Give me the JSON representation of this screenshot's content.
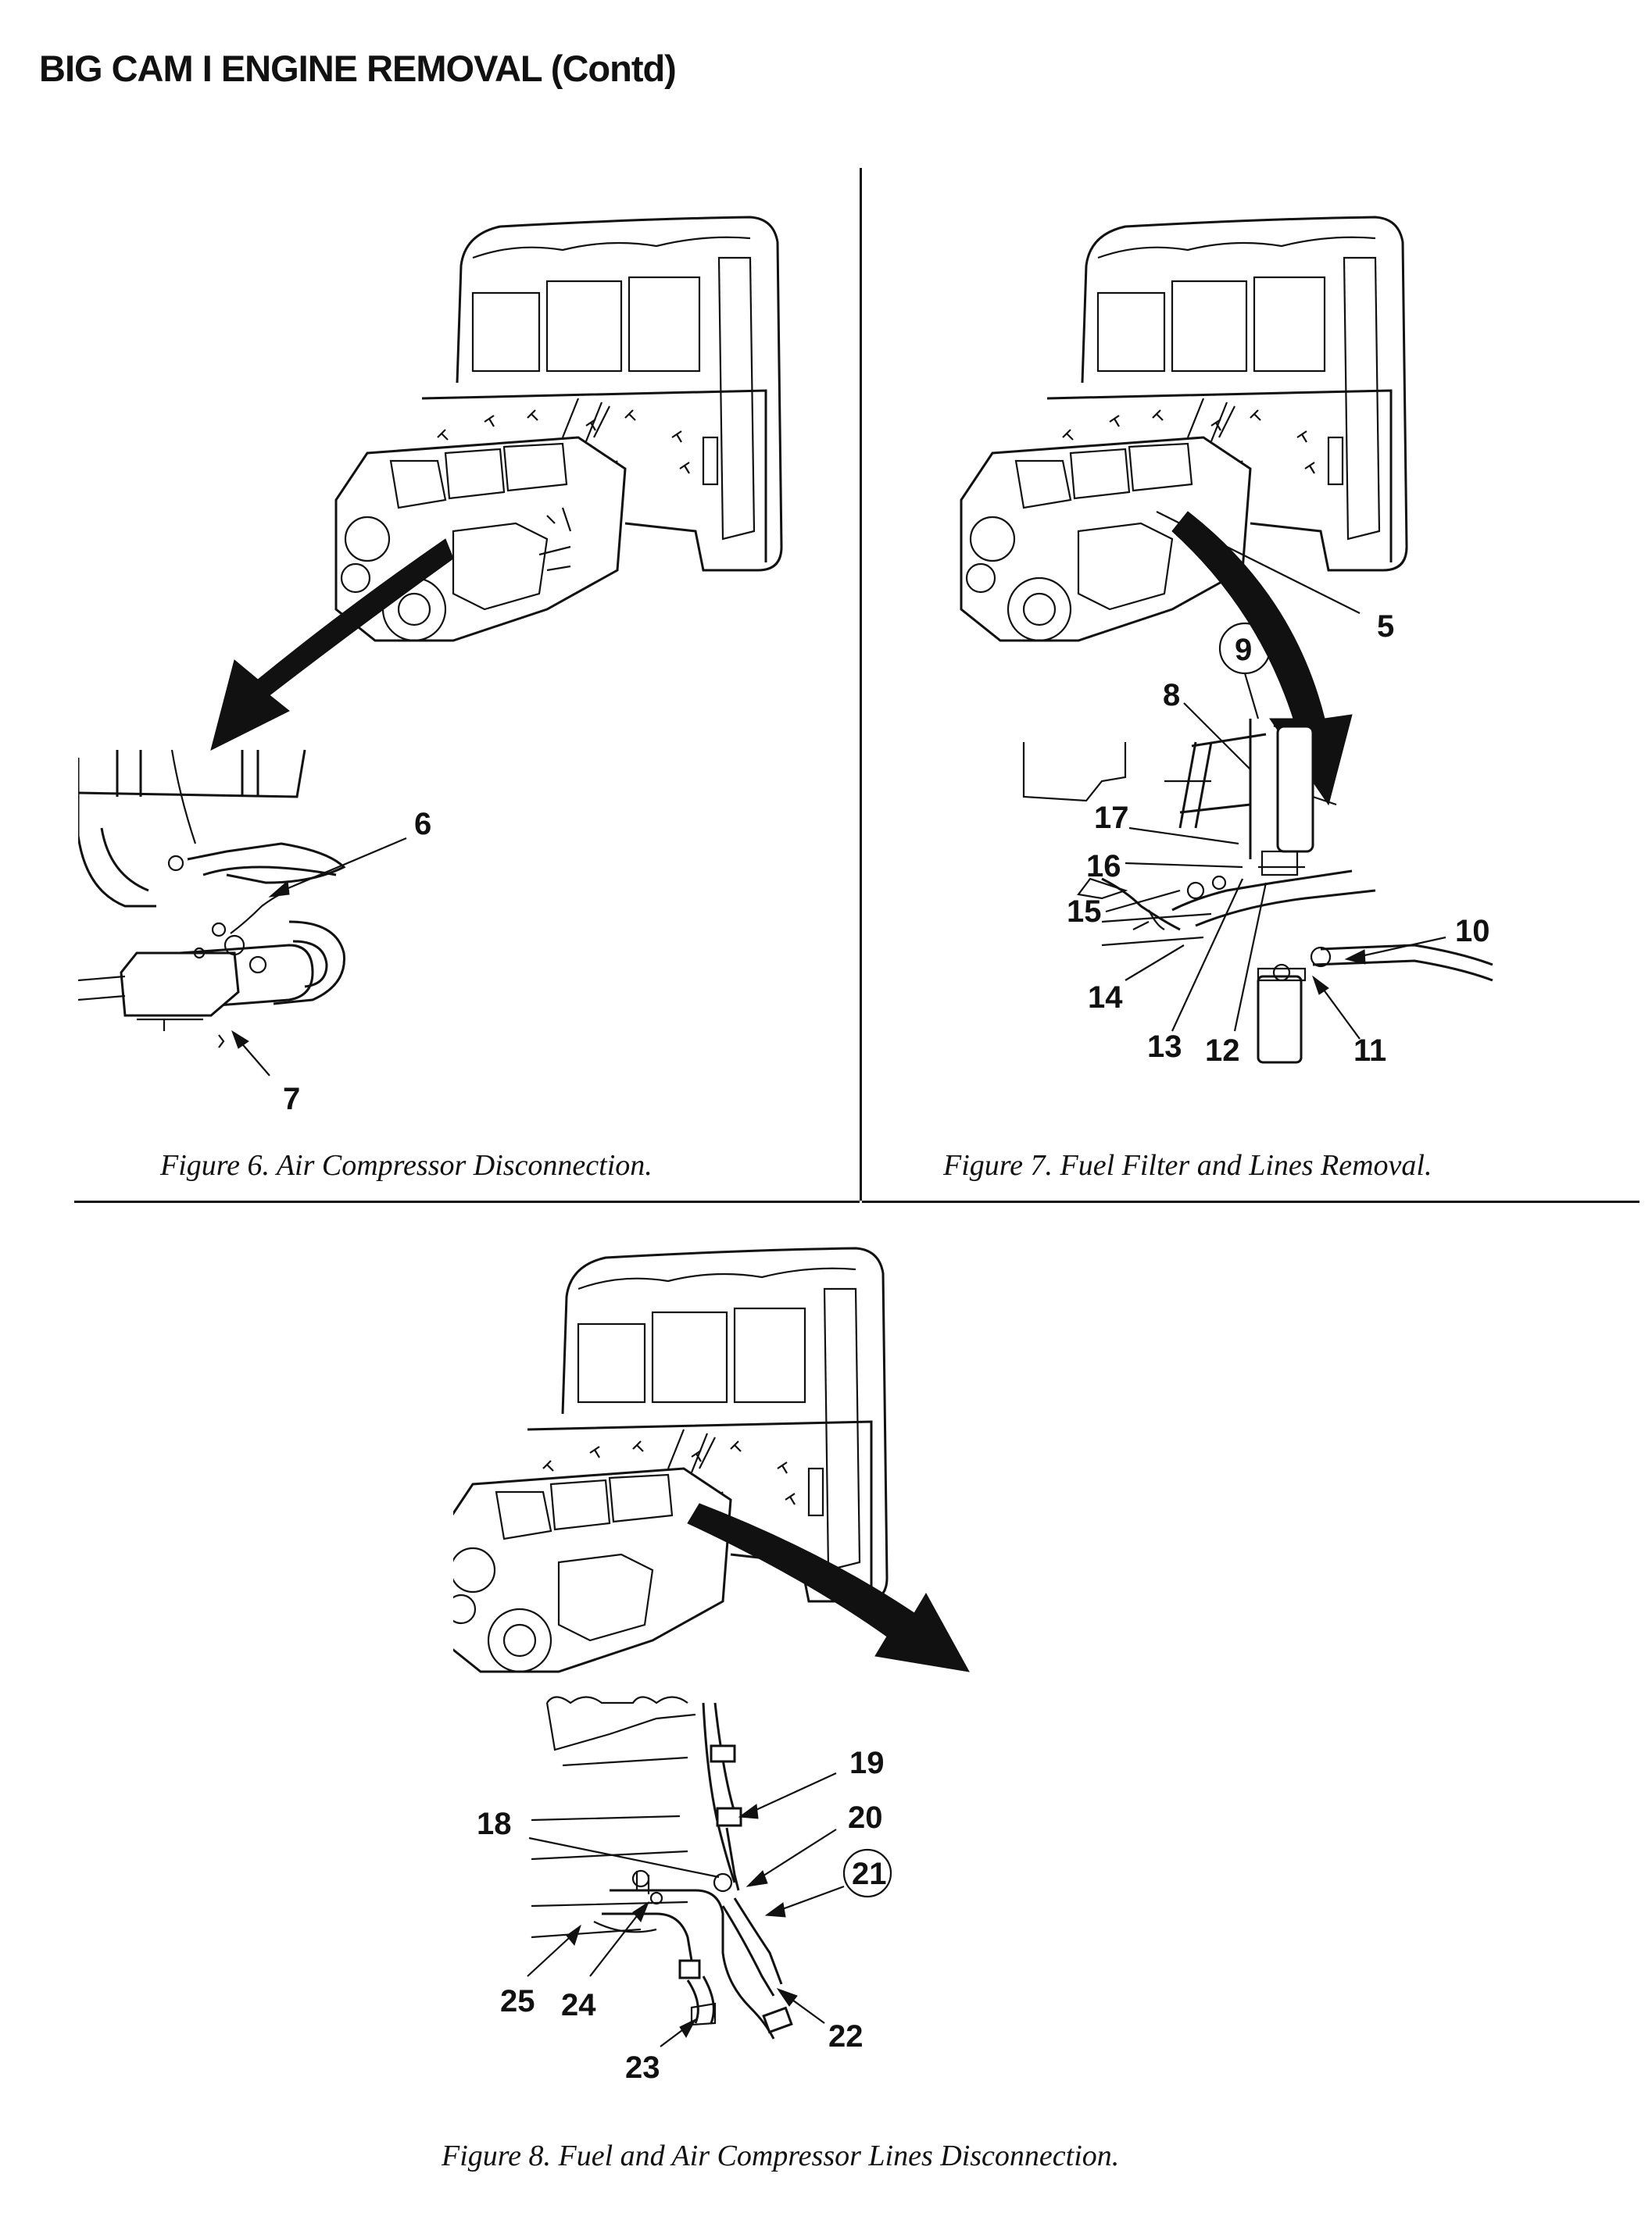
{
  "page": {
    "title": "BIG CAM I ENGINE REMOVAL (Contd)"
  },
  "figures": [
    {
      "caption": "Figure 6.  Air Compressor Disconnection.",
      "callouts": [
        "6",
        "7"
      ]
    },
    {
      "caption": "Figure 7.  Fuel Filter and Lines Removal.",
      "callouts": [
        "5",
        "9",
        "8",
        "17",
        "16",
        "15",
        "14",
        "13",
        "12",
        "11",
        "10"
      ]
    },
    {
      "caption": "Figure 8.  Fuel and Air Compressor Lines Disconnection.",
      "callouts": [
        "19",
        "18",
        "20",
        "21",
        "25",
        "24",
        "22",
        "23"
      ]
    }
  ],
  "icons": {
    "cab": "truck-cab-icon",
    "engine": "engine-icon",
    "arrow": "curved-pointer-arrow-icon"
  },
  "colors": {
    "ink": "#111111",
    "paper": "#ffffff"
  }
}
